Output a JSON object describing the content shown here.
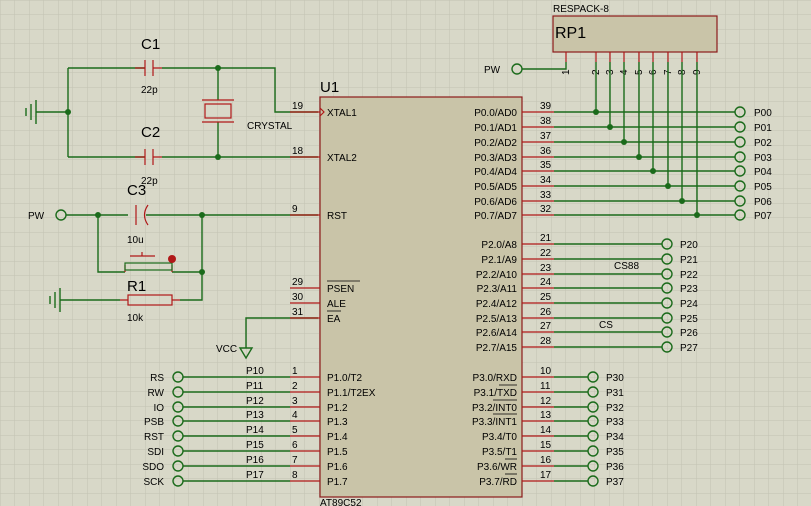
{
  "colors": {
    "background": "#d8d8c8",
    "grid": "#c2c2b2",
    "wire": "#1b6b1b",
    "component": "#b01818",
    "chip_body": "#c9c4a8"
  },
  "chip": {
    "ref": "U1",
    "part": "AT89C52",
    "left_pins": [
      {
        "num": "19",
        "name": "XTAL1"
      },
      {
        "num": "18",
        "name": "XTAL2"
      },
      {
        "num": "9",
        "name": "RST"
      },
      {
        "num": "29",
        "name": "PSEN"
      },
      {
        "num": "30",
        "name": "ALE"
      },
      {
        "num": "31",
        "name": "EA"
      },
      {
        "num": "1",
        "name": "P1.0/T2"
      },
      {
        "num": "2",
        "name": "P1.1/T2EX"
      },
      {
        "num": "3",
        "name": "P1.2"
      },
      {
        "num": "4",
        "name": "P1.3"
      },
      {
        "num": "5",
        "name": "P1.4"
      },
      {
        "num": "6",
        "name": "P1.5"
      },
      {
        "num": "7",
        "name": "P1.6"
      },
      {
        "num": "8",
        "name": "P1.7"
      }
    ],
    "right_pins": [
      {
        "num": "39",
        "name": "P0.0/AD0"
      },
      {
        "num": "38",
        "name": "P0.1/AD1"
      },
      {
        "num": "37",
        "name": "P0.2/AD2"
      },
      {
        "num": "36",
        "name": "P0.3/AD3"
      },
      {
        "num": "35",
        "name": "P0.4/AD4"
      },
      {
        "num": "34",
        "name": "P0.5/AD5"
      },
      {
        "num": "33",
        "name": "P0.6/AD6"
      },
      {
        "num": "32",
        "name": "P0.7/AD7"
      },
      {
        "num": "21",
        "name": "P2.0/A8"
      },
      {
        "num": "22",
        "name": "P2.1/A9"
      },
      {
        "num": "23",
        "name": "P2.2/A10"
      },
      {
        "num": "24",
        "name": "P2.3/A11"
      },
      {
        "num": "25",
        "name": "P2.4/A12"
      },
      {
        "num": "26",
        "name": "P2.5/A13"
      },
      {
        "num": "27",
        "name": "P2.6/A14"
      },
      {
        "num": "28",
        "name": "P2.7/A15"
      },
      {
        "num": "10",
        "name": "P3.0/RXD"
      },
      {
        "num": "11",
        "name": "P3.1/TXD"
      },
      {
        "num": "12",
        "name": "P3.2/INT0"
      },
      {
        "num": "13",
        "name": "P3.3/INT1"
      },
      {
        "num": "14",
        "name": "P3.4/T0"
      },
      {
        "num": "15",
        "name": "P3.5/T1"
      },
      {
        "num": "16",
        "name": "P3.6/WR"
      },
      {
        "num": "17",
        "name": "P3.7/RD"
      }
    ]
  },
  "resistor_pack": {
    "part": "RESPACK-8",
    "ref": "RP1",
    "pins": [
      "1",
      "2",
      "3",
      "4",
      "5",
      "6",
      "7",
      "8",
      "9"
    ]
  },
  "components": {
    "c1": {
      "ref": "C1",
      "value": "22p"
    },
    "c2": {
      "ref": "C2",
      "value": "22p"
    },
    "c3": {
      "ref": "C3",
      "value": "10u"
    },
    "r1": {
      "ref": "R1",
      "value": "10k"
    },
    "crystal": {
      "label": "CRYSTAL"
    }
  },
  "nets": {
    "pw": "PW",
    "vcc": "VCC",
    "cs88": "CS88",
    "cs": "CS",
    "p0_terminals": [
      "P00",
      "P01",
      "P02",
      "P03",
      "P04",
      "P05",
      "P06",
      "P07"
    ],
    "p2_terminals": [
      "P20",
      "P21",
      "P22",
      "P23",
      "P24",
      "P25",
      "P26",
      "P27"
    ],
    "p3_terminals": [
      "P30",
      "P31",
      "P32",
      "P33",
      "P34",
      "P35",
      "P36",
      "P37"
    ],
    "p1_labels": [
      "P10",
      "P11",
      "P12",
      "P13",
      "P14",
      "P15",
      "P16",
      "P17"
    ],
    "p1_terminals": [
      "RS",
      "RW",
      "IO",
      "PSB",
      "RST",
      "SDI",
      "SDO",
      "SCK"
    ]
  }
}
